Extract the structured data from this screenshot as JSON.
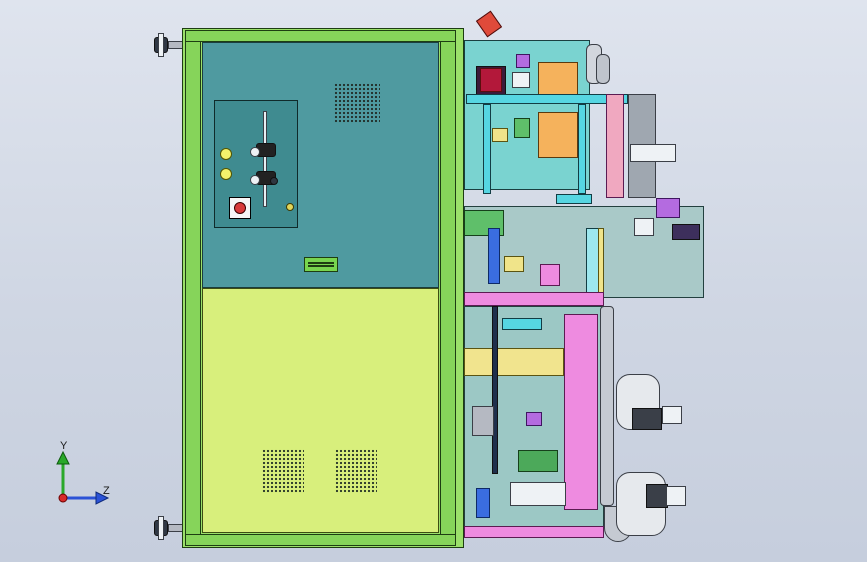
{
  "viewport": {
    "background_top": "#dfe4ee",
    "background_bottom": "#c6cedd"
  },
  "model": {
    "cabinet_colors": {
      "frame": "#9be06a",
      "upper_panel": "#4f9aa0",
      "lower_panel": "#d8ef7c"
    },
    "control_panel": {
      "components": [
        "indicator-lamp",
        "indicator-lamp",
        "air-filter-regulator",
        "rotary-switch",
        "pressure-gauge"
      ]
    }
  },
  "triad": {
    "y_label": "Y",
    "z_label": "Z",
    "icon": "coordinate-triad-icon"
  }
}
